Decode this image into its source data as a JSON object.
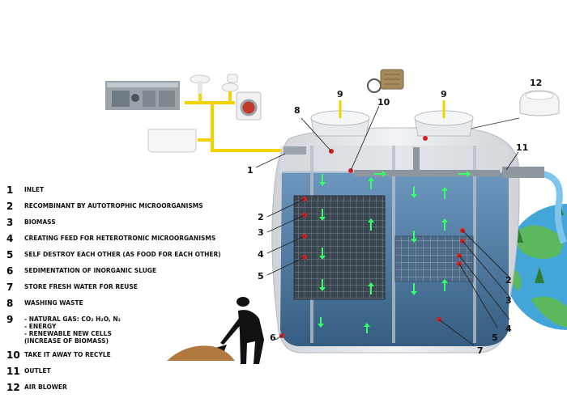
{
  "diagram": {
    "callouts": {
      "c1": "1",
      "c2a": "2",
      "c2b": "2",
      "c3a": "3",
      "c3b": "3",
      "c4a": "4",
      "c4b": "4",
      "c5a": "5",
      "c5b": "5",
      "c6": "6",
      "c7": "7",
      "c8": "8",
      "c9a": "9",
      "c9b": "9",
      "c10": "10",
      "c11": "11",
      "c12": "12"
    },
    "colors": {
      "tank_shell": "#e3e6ea",
      "tank_inner": "#3f6f9a",
      "water": "#5a86ad",
      "media": "#3e4a55",
      "arrows": "#33ff66",
      "pipe_yellow": "#f2d200",
      "marker_red": "#d62020"
    }
  },
  "legend": [
    {
      "num": "1",
      "text": "INLET"
    },
    {
      "num": "2",
      "text": "RECOMBINANT BY AUTOTROPHIC MICROORGANISMS"
    },
    {
      "num": "3",
      "text": "BIOMASS"
    },
    {
      "num": "4",
      "text": "CREATING FEED FOR HETEROTRONIC MICROORGANISMS"
    },
    {
      "num": "5",
      "text": "SELF DESTROY EACH OTHER (AS FOOD FOR EACH OTHER)"
    },
    {
      "num": "6",
      "text": "SEDIMENTATION OF INORGANIC SLUGE"
    },
    {
      "num": "7",
      "text": "STORE FRESH WATER FOR REUSE"
    },
    {
      "num": "8",
      "text": "WASHING WASTE"
    },
    {
      "num": "9",
      "lines": [
        "- NATURAL GAS: CO₂ H₂O, N₂",
        "- ENERGY",
        "- RENEWABLE NEW CELLS",
        "(INCREASE OF BIOMASS)"
      ]
    },
    {
      "num": "10",
      "text": "TAKE IT AWAY TO RECYLE"
    },
    {
      "num": "11",
      "text": "OUTLET"
    },
    {
      "num": "12",
      "text": "AIR BLOWER"
    }
  ]
}
